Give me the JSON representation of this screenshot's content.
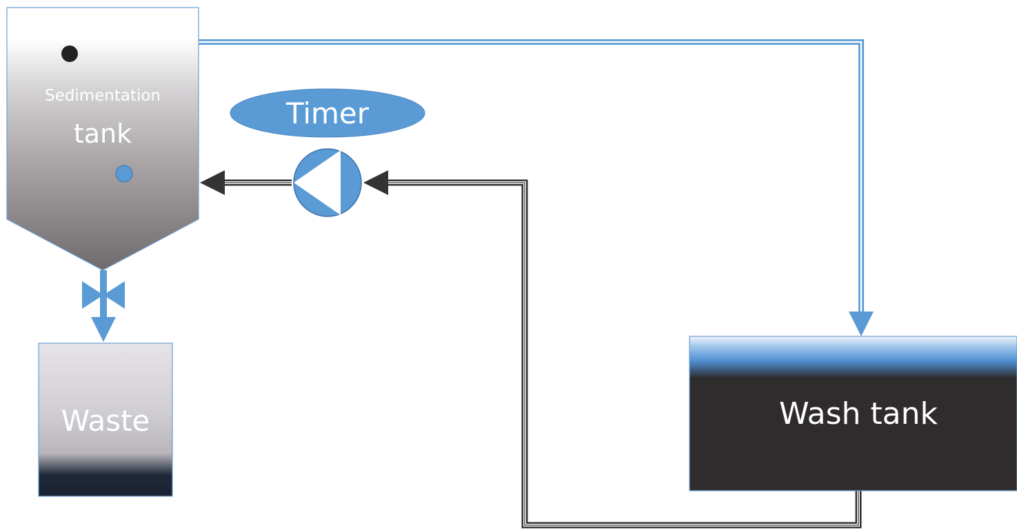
{
  "labels": {
    "sedimentation_line1": "Sedimentation",
    "sedimentation_line2": "tank",
    "timer": "Timer",
    "waste": "Waste",
    "wash_tank": "Wash tank"
  },
  "colors": {
    "accent_blue": "#5b9bd5",
    "dark_pipe": "#333333",
    "wash_tank_fill": "#312d2e",
    "waste_bottom": "#1c2430",
    "sensor_black": "#222222"
  }
}
